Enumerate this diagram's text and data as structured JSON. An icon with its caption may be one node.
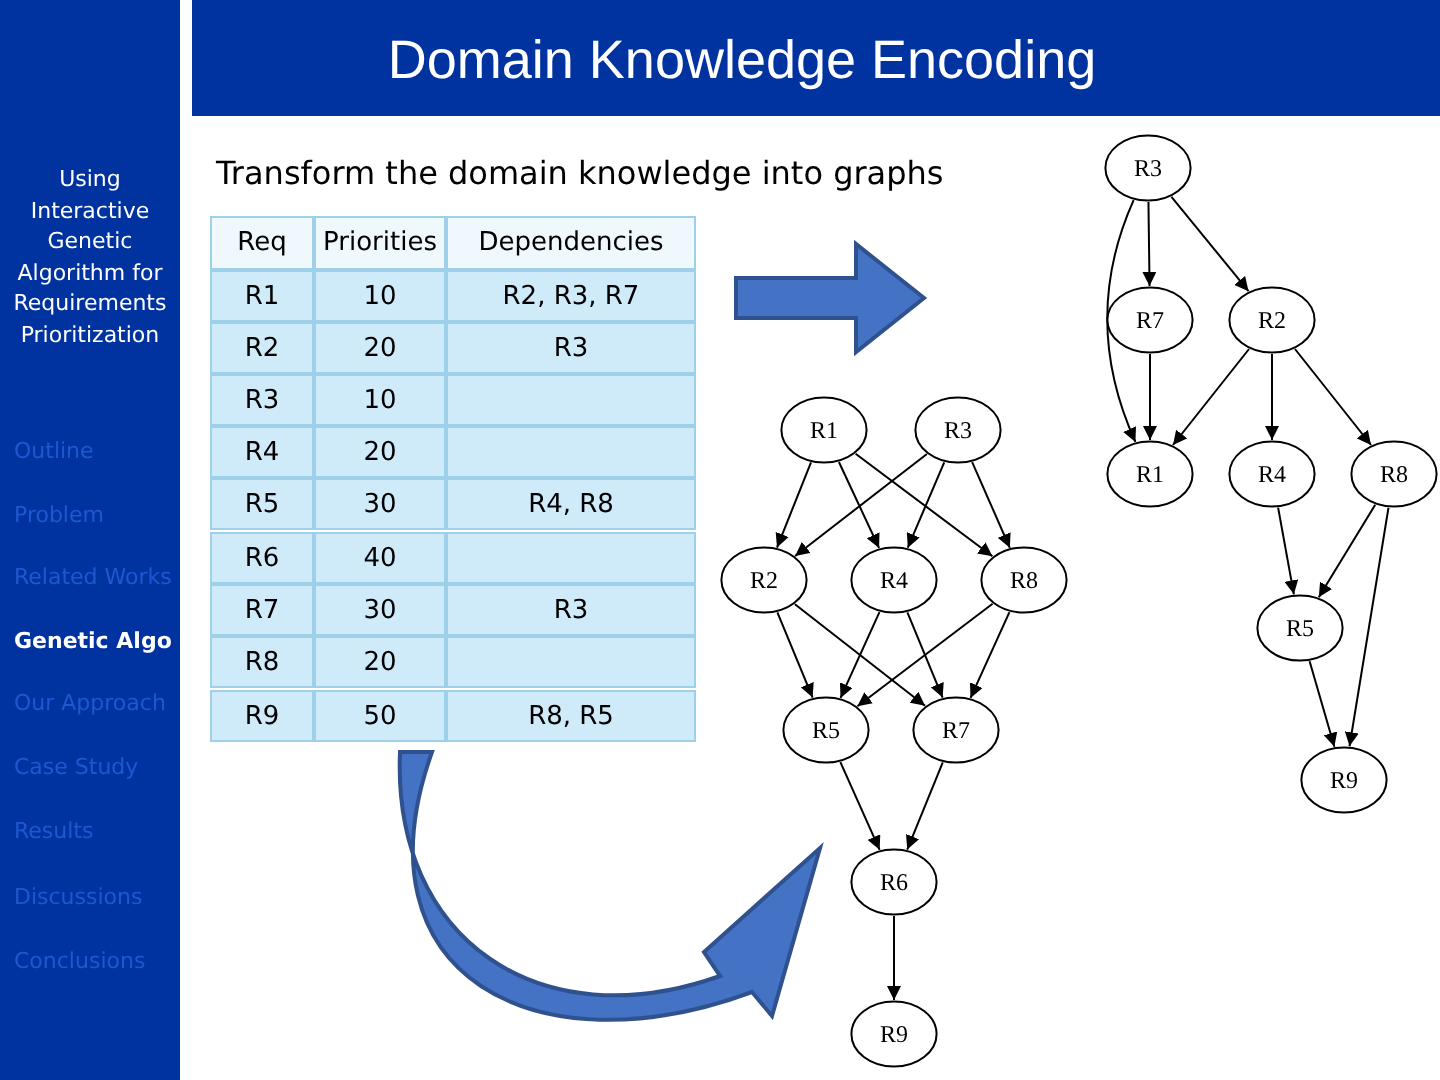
{
  "diagram": {
    "title": "Domain Knowledge Encoding",
    "nodes": [
      {
        "text": [
          "R3"
        ]
      },
      {
        "text": [
          "R7"
        ]
      },
      {
        "text": [
          "R2"
        ]
      },
      {
        "text": [
          "R1"
        ]
      },
      {
        "text": [
          "R4"
        ]
      },
      {
        "text": [
          "R8"
        ]
      },
      {
        "text": [
          "R5"
        ]
      },
      {
        "text": [
          "R9"
        ]
      },
      {
        "text": [
          "R1"
        ]
      },
      {
        "text": [
          "R3"
        ]
      },
      {
        "text": [
          "R2"
        ]
      },
      {
        "text": [
          "R4"
        ]
      },
      {
        "text": [
          "R8"
        ]
      },
      {
        "text": [
          "R5"
        ]
      },
      {
        "text": [
          "R7"
        ]
      },
      {
        "text": [
          "R6"
        ]
      },
      {
        "text": [
          "R9"
        ]
      }
    ],
    "edges": [
      {
        "from": 0,
        "to": 1,
        "arrow": "to"
      },
      {
        "from": 0,
        "to": 2,
        "arrow": "to"
      },
      {
        "from": 0,
        "to": 3,
        "arrow": "to"
      },
      {
        "from": 1,
        "to": 3,
        "arrow": "to"
      },
      {
        "from": 2,
        "to": 3,
        "arrow": "to"
      },
      {
        "from": 2,
        "to": 4,
        "arrow": "to"
      },
      {
        "from": 2,
        "to": 5,
        "arrow": "to"
      },
      {
        "from": 4,
        "to": 6,
        "arrow": "to"
      },
      {
        "from": 5,
        "to": 6,
        "arrow": "to"
      },
      {
        "from": 6,
        "to": 7,
        "arrow": "to"
      },
      {
        "from": 5,
        "to": 7,
        "arrow": "to"
      },
      {
        "from": 8,
        "to": 10,
        "arrow": "to"
      },
      {
        "from": 8,
        "to": 11,
        "arrow": "to"
      },
      {
        "from": 8,
        "to": 12,
        "arrow": "to"
      },
      {
        "from": 9,
        "to": 10,
        "arrow": "to"
      },
      {
        "from": 9,
        "to": 11,
        "arrow": "to"
      },
      {
        "from": 9,
        "to": 12,
        "arrow": "to"
      },
      {
        "from": 10,
        "to": 13,
        "arrow": "to"
      },
      {
        "from": 10,
        "to": 14,
        "arrow": "to"
      },
      {
        "from": 11,
        "to": 13,
        "arrow": "to"
      },
      {
        "from": 11,
        "to": 14,
        "arrow": "to"
      },
      {
        "from": 12,
        "to": 13,
        "arrow": "to"
      },
      {
        "from": 12,
        "to": 14,
        "arrow": "to"
      },
      {
        "from": 13,
        "to": 15,
        "arrow": "to"
      },
      {
        "from": 14,
        "to": 15,
        "arrow": "to"
      },
      {
        "from": 15,
        "to": 16,
        "arrow": "to"
      }
    ],
    "labels": [
      "Using Interactive Genetic Algorithm for Requirements Prioritization",
      "Outline",
      "Problem",
      "Related Works",
      "Genetic Algo",
      "Our Approach",
      "Case Study",
      "Results",
      "Discussions",
      "Conclusions",
      "Transform the domain knowledge into graphs",
      "Req",
      "Priorities",
      "Dependencies",
      "R1",
      "10",
      "R2, R3, R7",
      "R2",
      "20",
      "R3",
      "R3",
      "10",
      "R4",
      "20",
      "R5",
      "30",
      "R4, R8",
      "R6",
      "40",
      "R7",
      "30",
      "R3",
      "R8",
      "20",
      "R9",
      "50",
      "R8, R5"
    ]
  }
}
